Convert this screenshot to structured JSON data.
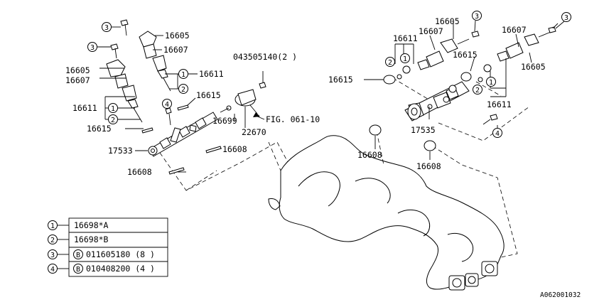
{
  "diagram_id": "A062001032",
  "callouts": {
    "c16605_left_top": "16605",
    "c16607_left_top": "16607",
    "c16605_left": "16605",
    "c16607_left": "16607",
    "c16611_left_mid": "16611",
    "c16611_left": "16611",
    "c16615_left": "16615",
    "c16615_left_mid": "16615",
    "c16699": "16699",
    "c22670": "22670",
    "c043505140": "043505140(2 )",
    "c_fig": "FIG. 061-10",
    "c17533": "17533",
    "c16608_left_a": "16608",
    "c16608_left_b": "16608",
    "c16605_right_a": "16605",
    "c16607_right_a": "16607",
    "c16611_right_a": "16611",
    "c16615_right_a": "16615",
    "c16615_right_b": "16615",
    "c16607_right_b": "16607",
    "c16605_right_b": "16605",
    "c16611_right_b": "16611",
    "c17535": "17535",
    "c16608_right_a": "16608",
    "c16608_right_b": "16608"
  },
  "circled": {
    "n1": "1",
    "n2": "2",
    "n3": "3",
    "n4": "4"
  },
  "legend": [
    {
      "num": "1",
      "part": "16698*A"
    },
    {
      "num": "2",
      "part": "16698*B"
    },
    {
      "num": "3",
      "mark": "B",
      "part": "011605180 (8 )"
    },
    {
      "num": "4",
      "mark": "B",
      "part": "010408200 (4 )"
    }
  ]
}
